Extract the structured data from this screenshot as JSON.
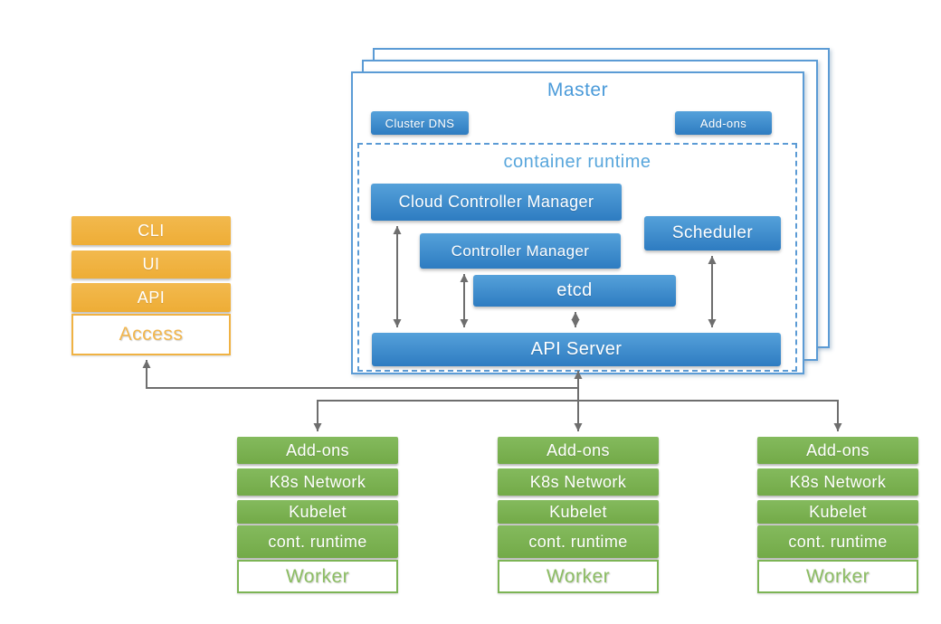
{
  "colors": {
    "blue_top": "#55a1da",
    "blue_bottom": "#2e7cc1",
    "blue_border": "#5b9bd5",
    "master_title_color": "#4a9ad9",
    "runtime_title_color": "#58a6dc",
    "orange": "#f0b243",
    "green": "#7cb455",
    "worker_text_color": "#8cbd63",
    "arrow_color": "#6e6e6e"
  },
  "master": {
    "title": "Master",
    "cluster_dns": "Cluster DNS",
    "add_ons": "Add-ons",
    "container_runtime": {
      "title": "container runtime",
      "cloud_controller_manager": "Cloud Controller Manager",
      "controller_manager": "Controller Manager",
      "scheduler": "Scheduler",
      "etcd": "etcd",
      "api_server": "API Server"
    }
  },
  "access_stack": {
    "cli": "CLI",
    "ui": "UI",
    "api": "API",
    "access": "Access"
  },
  "worker_stack": {
    "add_ons": "Add-ons",
    "k8s_network": "K8s Network",
    "kubelet": "Kubelet",
    "cont_runtime": "cont. runtime",
    "worker": "Worker"
  }
}
